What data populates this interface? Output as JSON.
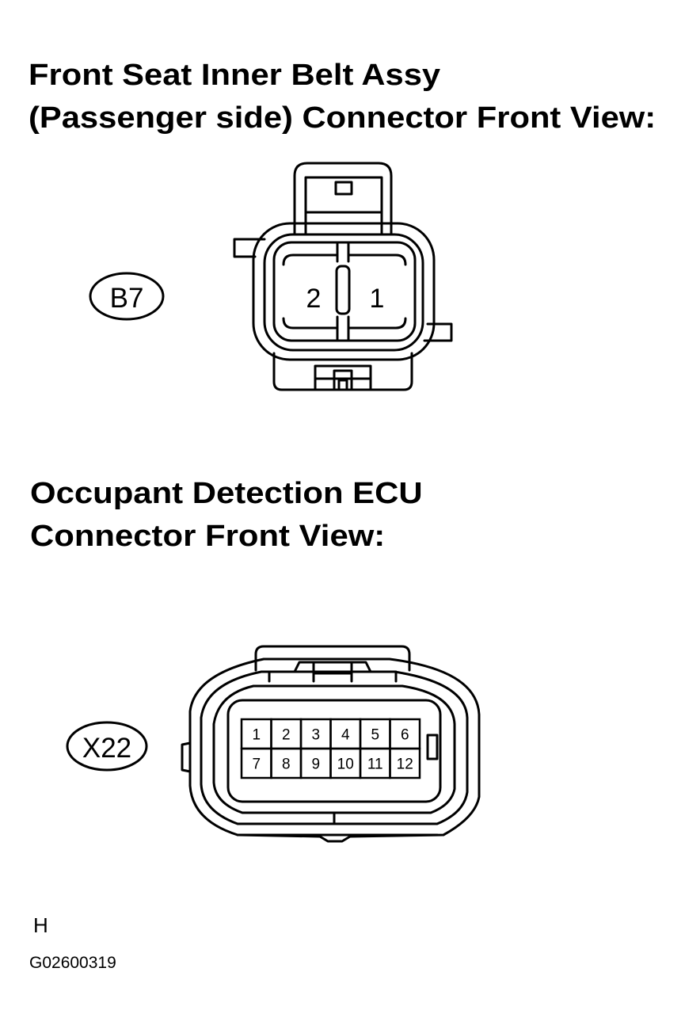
{
  "connector_b7": {
    "title_line_1": "Front Seat Inner Belt Assy",
    "title_line_2": "(Passenger side) Connector Front View:",
    "code": "B7",
    "pins": [
      "2",
      "1"
    ]
  },
  "connector_x22": {
    "title_line_1": "Occupant Detection ECU",
    "title_line_2": "Connector Front View:",
    "code": "X22",
    "pins_row_1": [
      "1",
      "2",
      "3",
      "4",
      "5",
      "6"
    ],
    "pins_row_2": [
      "7",
      "8",
      "9",
      "10",
      "11",
      "12"
    ]
  },
  "footer": {
    "view_letter": "H",
    "figure_code": "G02600319"
  }
}
